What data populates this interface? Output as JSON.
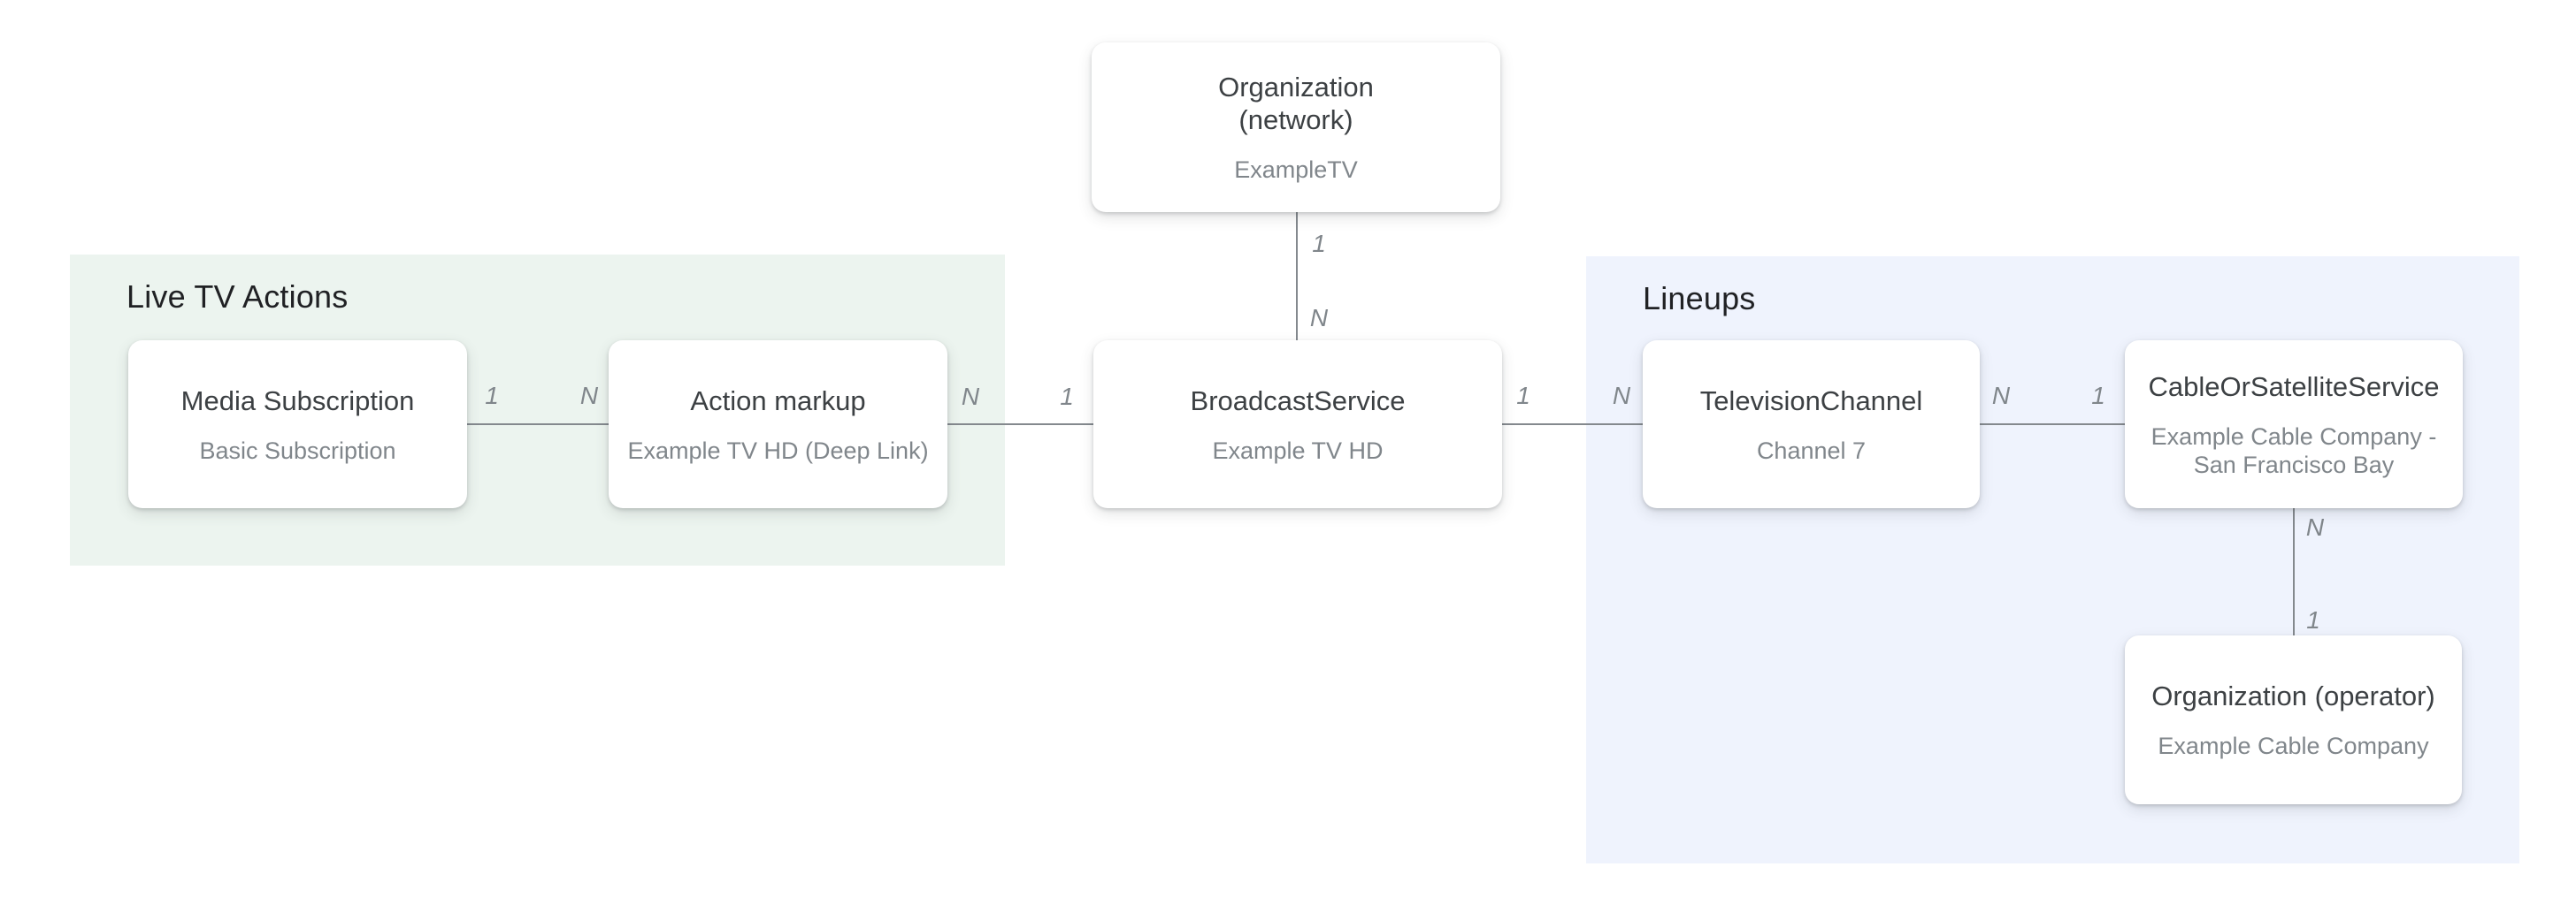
{
  "diagram": {
    "regions": [
      {
        "id": "live-tv-actions",
        "label": "Live TV Actions"
      },
      {
        "id": "lineups",
        "label": "Lineups"
      }
    ],
    "nodes": [
      {
        "id": "organization-network",
        "title_lines": [
          "Organization",
          "(network)"
        ],
        "subtitle": "ExampleTV"
      },
      {
        "id": "media-subscription",
        "title": "Media Subscription",
        "subtitle": "Basic Subscription"
      },
      {
        "id": "action-markup",
        "title": "Action markup",
        "subtitle": "Example TV HD (Deep Link)"
      },
      {
        "id": "broadcast-service",
        "title": "BroadcastService",
        "subtitle": "Example TV HD"
      },
      {
        "id": "television-channel",
        "title": "TelevisionChannel",
        "subtitle": "Channel 7"
      },
      {
        "id": "cable-or-satellite-service",
        "title": "CableOrSatelliteService",
        "subtitle_lines": [
          "Example Cable Company -",
          "San Francisco Bay"
        ]
      },
      {
        "id": "organization-operator",
        "title": "Organization (operator)",
        "subtitle": "Example Cable Company"
      }
    ],
    "connectors": [
      {
        "from": "media-subscription",
        "to": "action-markup",
        "orientation": "horizontal",
        "from_label": "1",
        "to_label": "N"
      },
      {
        "from": "action-markup",
        "to": "broadcast-service",
        "orientation": "horizontal",
        "from_label": "N",
        "to_label": "1"
      },
      {
        "from": "broadcast-service",
        "to": "television-channel",
        "orientation": "horizontal",
        "from_label": "1",
        "to_label": "N"
      },
      {
        "from": "television-channel",
        "to": "cable-or-satellite-service",
        "orientation": "horizontal",
        "from_label": "N",
        "to_label": "1"
      },
      {
        "from": "organization-network",
        "to": "broadcast-service",
        "orientation": "vertical",
        "from_label": "1",
        "to_label": "N"
      },
      {
        "from": "cable-or-satellite-service",
        "to": "organization-operator",
        "orientation": "vertical",
        "from_label": "N",
        "to_label": "1"
      }
    ],
    "colors": {
      "region-green": "#ecf4ef",
      "region-blue": "#eff3fd",
      "card-bg": "#ffffff",
      "title-color": "#3c4043",
      "subtitle-color": "#80868b",
      "line-color": "#84898e",
      "label-color": "#80868b",
      "region-label-color": "#202124"
    }
  }
}
